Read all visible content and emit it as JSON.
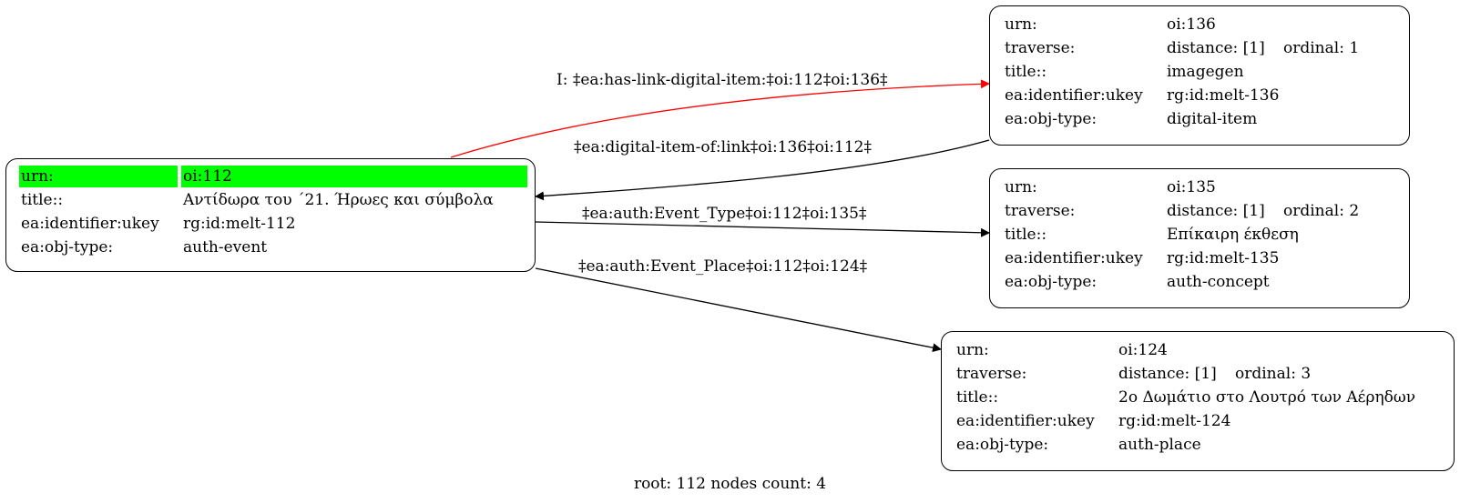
{
  "nodes": {
    "root": {
      "urn_key": "urn:",
      "urn": "oi:112",
      "title_key": "title::",
      "title": "Αντίδωρα του ΄21. Ήρωες και σύμβολα",
      "ident_key": "ea:identifier:ukey",
      "ident": "rg:id:melt-112",
      "type_key": "ea:obj-type:",
      "type": "auth-event"
    },
    "n136": {
      "urn_key": "urn:",
      "urn": "oi:136",
      "trav_key": "traverse:",
      "distance": "distance: [1]",
      "ordinal": "ordinal: 1",
      "title_key": "title::",
      "title": "imagegen",
      "ident_key": "ea:identifier:ukey",
      "ident": "rg:id:melt-136",
      "type_key": "ea:obj-type:",
      "type": "digital-item"
    },
    "n135": {
      "urn_key": "urn:",
      "urn": "oi:135",
      "trav_key": "traverse:",
      "distance": "distance: [1]",
      "ordinal": "ordinal: 2",
      "title_key": "title::",
      "title": "Επίκαιρη έκθεση",
      "ident_key": "ea:identifier:ukey",
      "ident": "rg:id:melt-135",
      "type_key": "ea:obj-type:",
      "type": "auth-concept"
    },
    "n124": {
      "urn_key": "urn:",
      "urn": "oi:124",
      "trav_key": "traverse:",
      "distance": "distance: [1]",
      "ordinal": "ordinal: 3",
      "title_key": "title::",
      "title": "2ο Δωμάτιο  στο Λουτρό των Αέρηδων",
      "ident_key": "ea:identifier:ukey",
      "ident": "rg:id:melt-124",
      "type_key": "ea:obj-type:",
      "type": "auth-place"
    }
  },
  "edges": {
    "e1": "I: ‡ea:has-link-digital-item:‡oi:112‡oi:136‡",
    "e2": "‡ea:digital-item-of:link‡oi:136‡oi:112‡",
    "e3": "‡ea:auth:Event_Type‡oi:112‡oi:135‡",
    "e4": "‡ea:auth:Event_Place‡oi:112‡oi:124‡"
  },
  "colors": {
    "highlight": "#00ff00",
    "link_edge": "#ff0000",
    "edge": "#000000"
  },
  "footer": "root: 112 nodes count: 4"
}
